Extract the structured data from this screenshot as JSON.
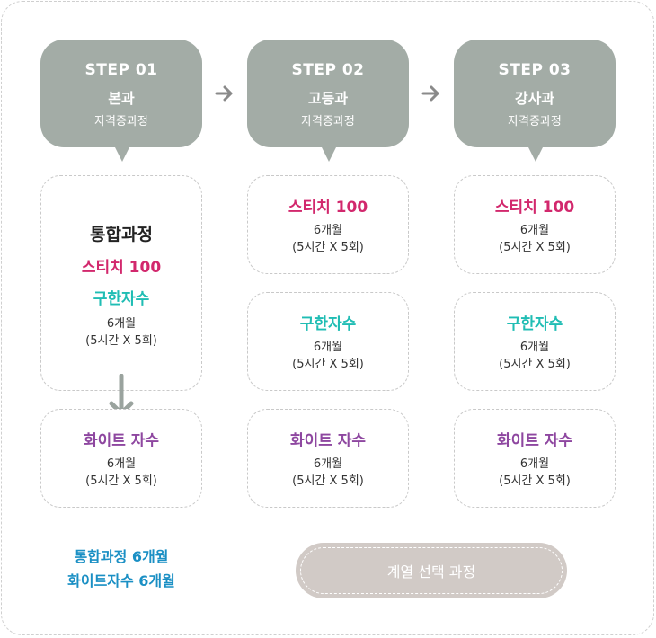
{
  "steps": [
    {
      "no": "STEP 01",
      "title": "본과",
      "sub": "자격증과정"
    },
    {
      "no": "STEP 02",
      "title": "고등과",
      "sub": "자격증과정"
    },
    {
      "no": "STEP 03",
      "title": "강사과",
      "sub": "자격증과정"
    }
  ],
  "col1": {
    "integrated": {
      "title": "통합과정",
      "line1": "스티치 100",
      "line2": "구한자수",
      "duration": "6개월",
      "schedule": "(5시간 X 5회)"
    },
    "white": {
      "title": "화이트 자수",
      "duration": "6개월",
      "schedule": "(5시간 X 5회)"
    }
  },
  "col2": {
    "stitch": {
      "title": "스티치 100",
      "duration": "6개월",
      "schedule": "(5시간 X 5회)"
    },
    "guhan": {
      "title": "구한자수",
      "duration": "6개월",
      "schedule": "(5시간 X 5회)"
    },
    "white": {
      "title": "화이트 자수",
      "duration": "6개월",
      "schedule": "(5시간 X 5회)"
    }
  },
  "col3": {
    "stitch": {
      "title": "스티치 100",
      "duration": "6개월",
      "schedule": "(5시간 X 5회)"
    },
    "guhan": {
      "title": "구한자수",
      "duration": "6개월",
      "schedule": "(5시간 X 5회)"
    },
    "white": {
      "title": "화이트 자수",
      "duration": "6개월",
      "schedule": "(5시간 X 5회)"
    }
  },
  "summary": {
    "line1": "통합과정 6개월",
    "line2": "화이트자수 6개월"
  },
  "select_button": {
    "label": "계열 선택 과정"
  },
  "colors": {
    "step_bg": "#a3aca6",
    "pink": "#d2286d",
    "teal": "#20bdb4",
    "purple": "#8e47a0",
    "blue": "#1a8fc4",
    "button_bg": "#d1cac6",
    "arrow": "#8a8a8a"
  },
  "icons": {
    "step_arrow": "arrow-right-icon",
    "flow_arrow": "arrow-down-icon"
  }
}
